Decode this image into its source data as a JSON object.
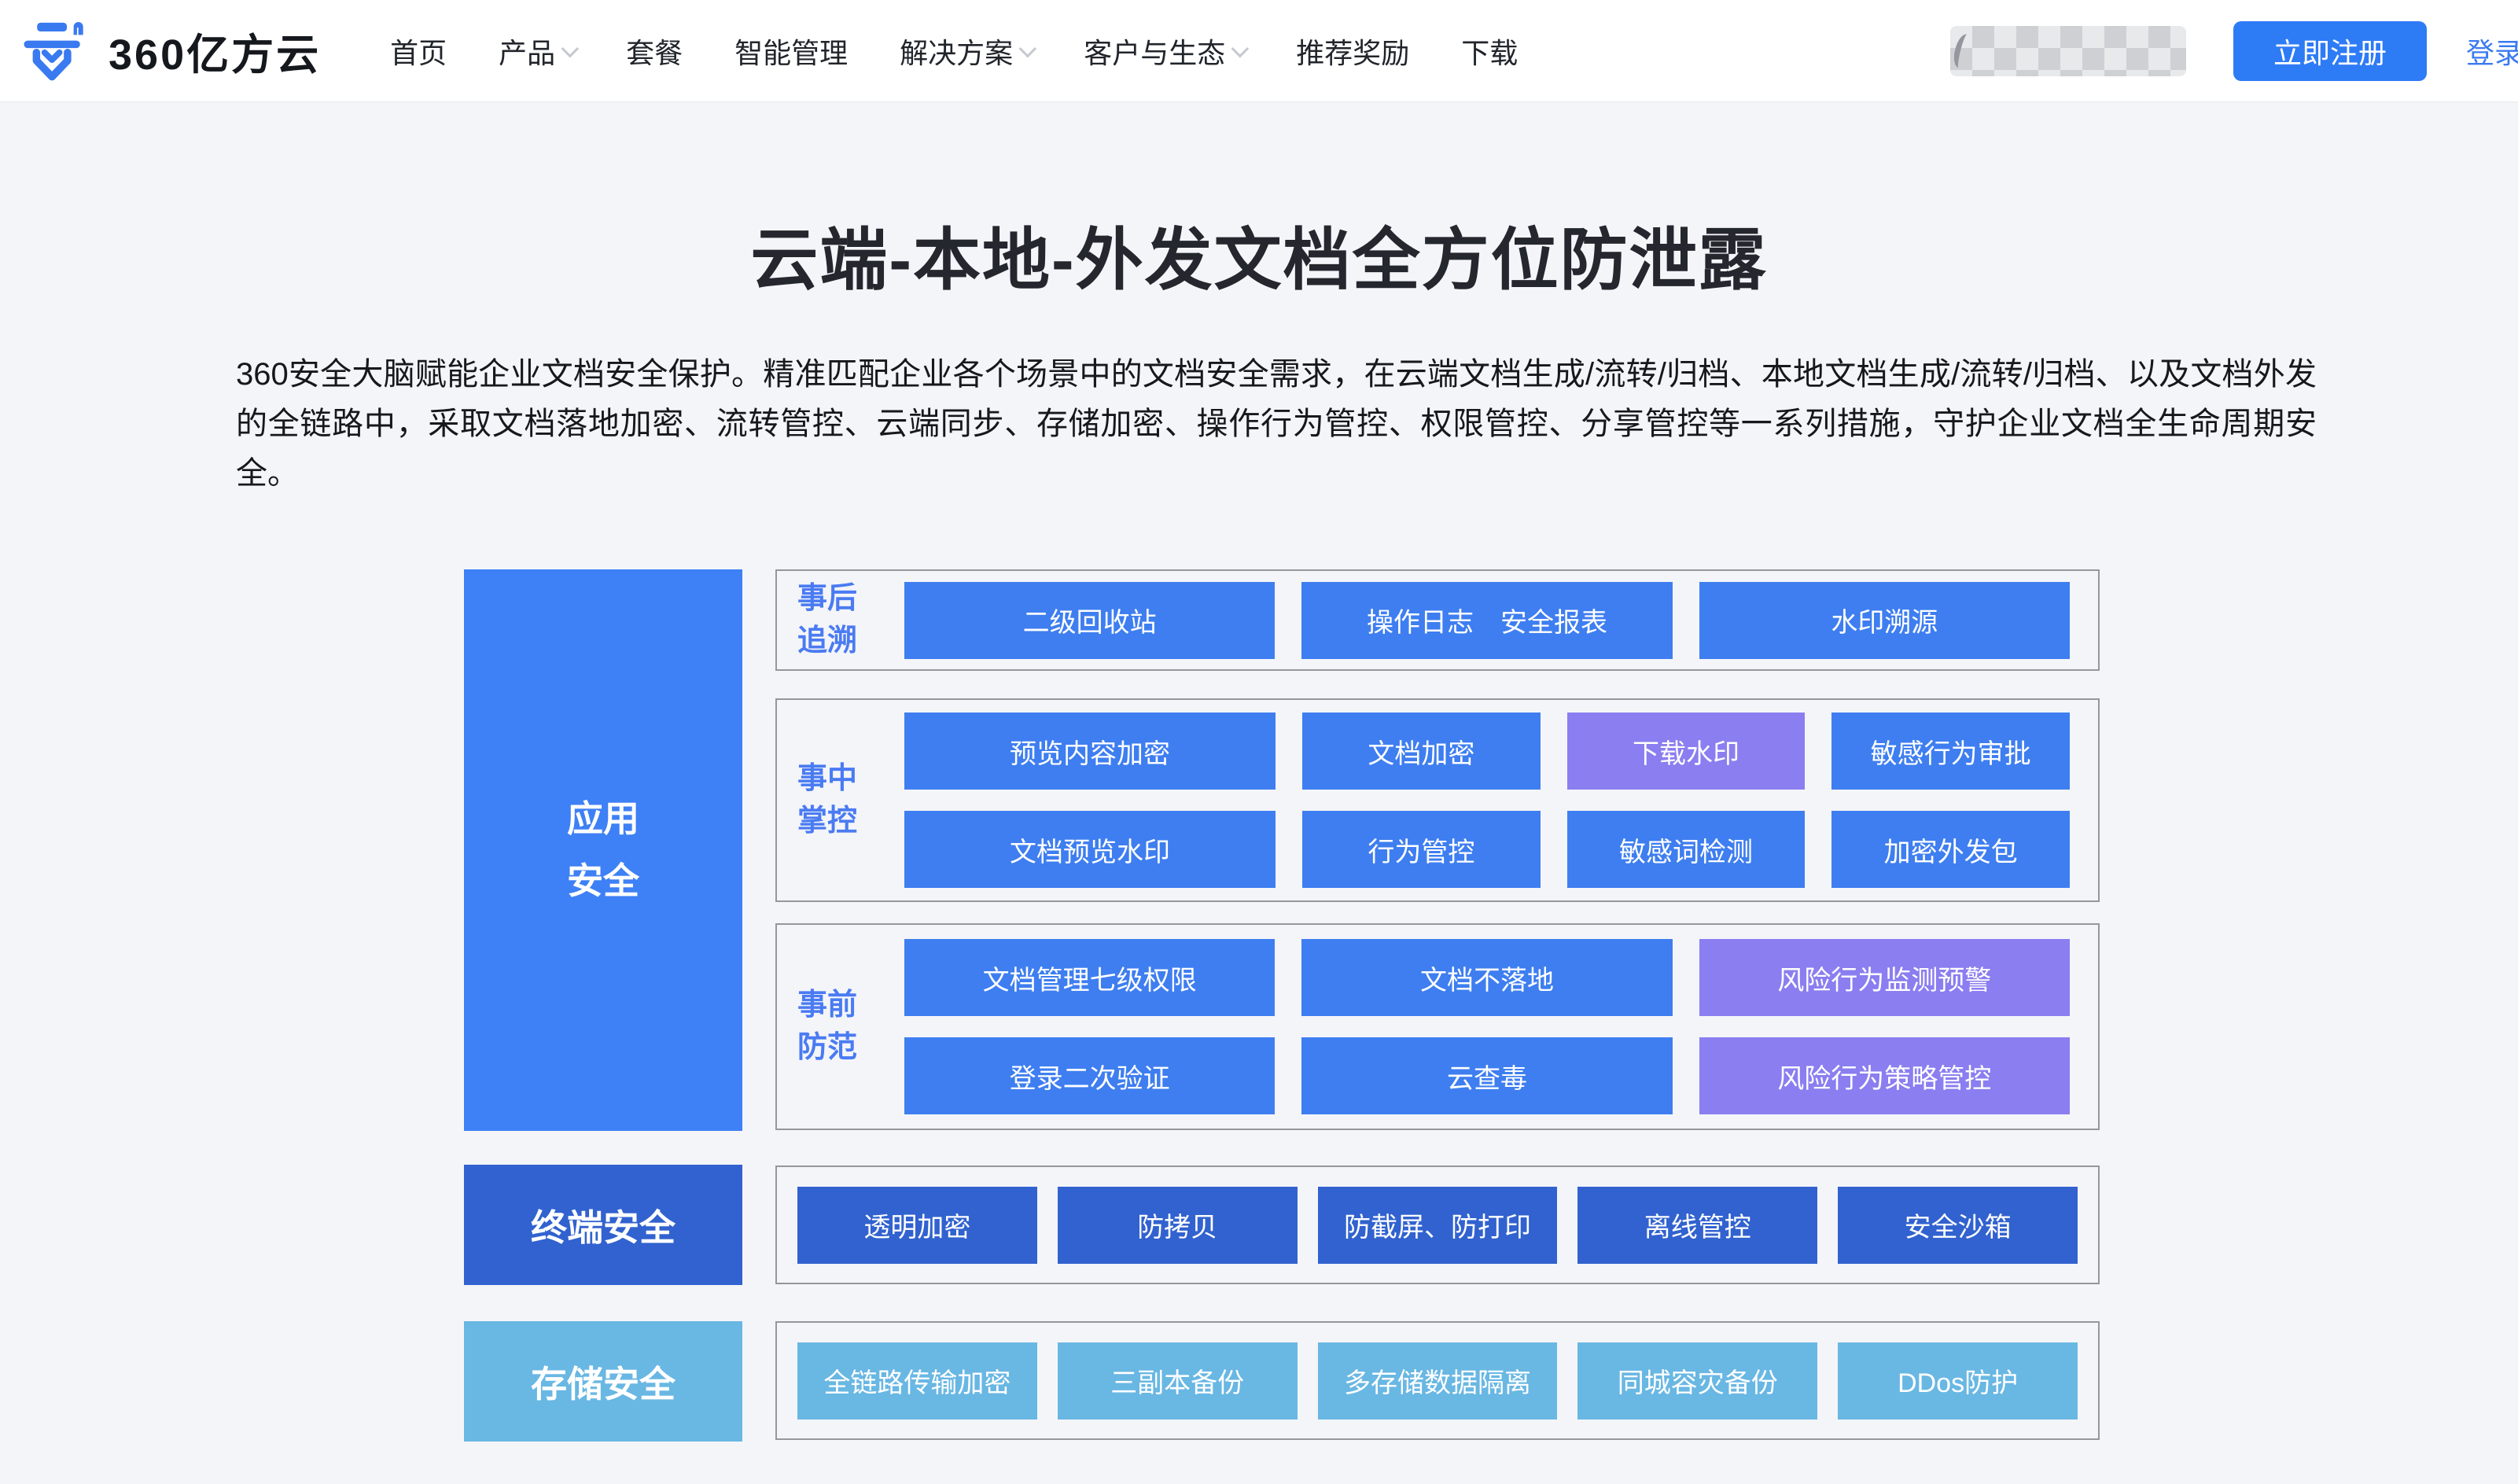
{
  "navbar": {
    "logo_text": "360亿方云",
    "items": [
      {
        "label": "首页",
        "dropdown": false
      },
      {
        "label": "产品",
        "dropdown": true
      },
      {
        "label": "套餐",
        "dropdown": false
      },
      {
        "label": "智能管理",
        "dropdown": false
      },
      {
        "label": "解决方案",
        "dropdown": true
      },
      {
        "label": "客户与生态",
        "dropdown": true
      },
      {
        "label": "推荐奖励",
        "dropdown": false
      },
      {
        "label": "下载",
        "dropdown": false
      }
    ],
    "register_label": "立即注册",
    "login_label": "登录"
  },
  "hero": {
    "title": "云端-本地-外发文档全方位防泄露",
    "description": "360安全大脑赋能企业文档安全保护。精准匹配企业各个场景中的文档安全需求，在云端文档生成/流转/归档、本地文档生成/流转/归档、以及文档外发的全链路中，采取文档落地加密、流转管控、云端同步、存储加密、操作行为管控、权限管控、分享管控等一系列措施，守护企业文档全生命周期安全。"
  },
  "diagram": {
    "left_column": [
      {
        "label": "应用安全"
      },
      {
        "label": "终端安全"
      },
      {
        "label": "存储安全"
      }
    ],
    "sections": {
      "after": {
        "label": "事后追溯",
        "boxes": [
          "二级回收站",
          "操作日志　安全报表",
          "水印溯源"
        ]
      },
      "during": {
        "label": "事中掌控",
        "row1": [
          "预览内容加密",
          "文档加密",
          "下载水印",
          "敏感行为审批"
        ],
        "row2": [
          "文档预览水印",
          "行为管控",
          "敏感词检测",
          "加密外发包"
        ]
      },
      "before": {
        "label": "事前防范",
        "row1": [
          "文档管理七级权限",
          "文档不落地",
          "风险行为监测预警"
        ],
        "row2": [
          "登录二次验证",
          "云查毒",
          "风险行为策略管控"
        ]
      },
      "terminal": {
        "boxes": [
          "透明加密",
          "防拷贝",
          "防截屏、防打印",
          "离线管控",
          "安全沙箱"
        ]
      },
      "storage": {
        "boxes": [
          "全链路传输加密",
          "三副本备份",
          "多存储数据隔离",
          "同城容灾备份",
          "DDos防护"
        ]
      }
    },
    "colors": {
      "blue": "#3e7ef0",
      "purple": "#8a7ef0",
      "dark_blue": "#3162cf",
      "light_blue": "#69b7e3",
      "label_blue": "#4a7bf2",
      "register_button": "#2e7bf6",
      "page_background": "#f4f5f9"
    }
  }
}
